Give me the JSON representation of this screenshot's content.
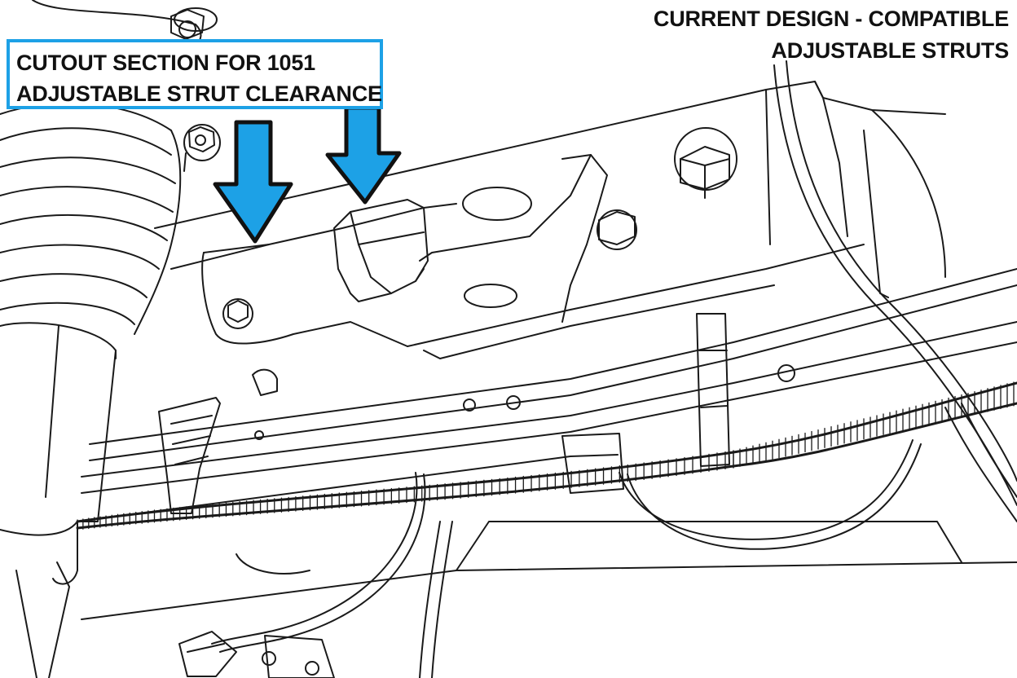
{
  "callout": {
    "lines": [
      "CUTOUT SECTION FOR 1051",
      "ADJUSTABLE STRUT CLEARANCE"
    ],
    "border_color": "#1da1e6"
  },
  "heading": {
    "lines": [
      "CURRENT DESIGN - COMPATIBLE",
      "ADJUSTABLE STRUTS"
    ]
  },
  "arrows": {
    "count": 2,
    "direction": "down",
    "fill_color": "#1da1e6",
    "outline_color": "#111111"
  },
  "illustration": {
    "style": "black-and-white line drawing",
    "depicted_parts": [
      "coil-over-strut",
      "strut-mount-bolts",
      "crossmember-bracket",
      "brake-lines",
      "wire-harness-conduit",
      "line-clips"
    ]
  }
}
